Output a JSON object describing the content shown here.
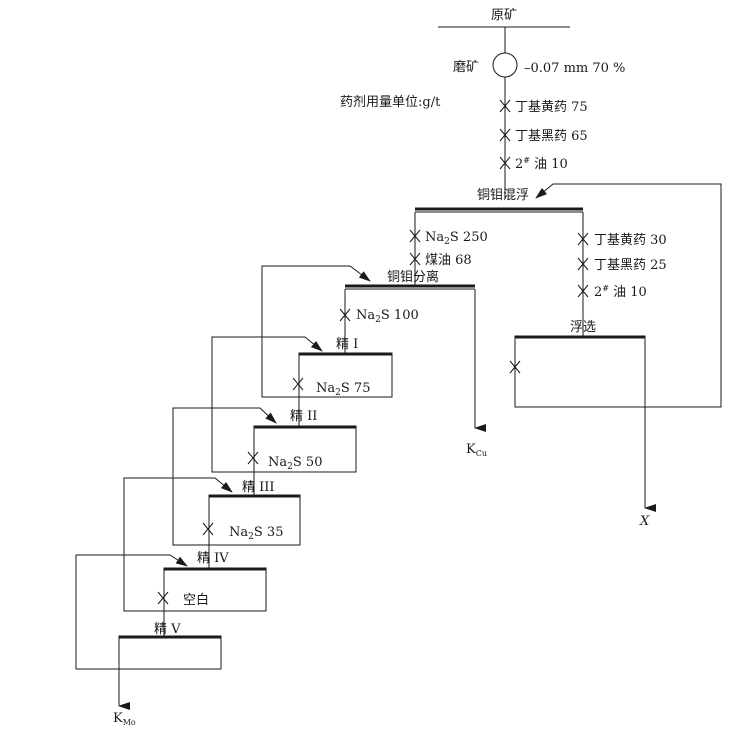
{
  "ore": "原矿",
  "grinding": {
    "label": "磨矿",
    "fineness": "–0.07 mm 70 %"
  },
  "dosage_unit": "药剂用量单位:g/t",
  "bulk_reagents": [
    {
      "name": "丁基黄药",
      "dose": "75"
    },
    {
      "name": "丁基黑药",
      "dose": "65"
    },
    {
      "name": "2# 油",
      "dose": "10"
    }
  ],
  "bulk_flotation": "铜钼混浮",
  "separation_reagents": [
    {
      "name": "Na2S",
      "dose": "250"
    },
    {
      "name": "煤油",
      "dose": "68"
    }
  ],
  "scavenge_reagents": [
    {
      "name": "丁基黄药",
      "dose": "30"
    },
    {
      "name": "丁基黑药",
      "dose": "25"
    },
    {
      "name": "2# 油",
      "dose": "10"
    }
  ],
  "separation": "铜钼分离",
  "scavenge": "浮选",
  "cleaning": [
    {
      "label": "精 I",
      "reagent": "Na2S",
      "dose": "100"
    },
    {
      "label": "精 II",
      "reagent": "Na2S",
      "dose": "75"
    },
    {
      "label": "精 III",
      "reagent": "Na2S",
      "dose": "50"
    },
    {
      "label": "精 IV",
      "reagent": "Na2S",
      "dose": "35"
    },
    {
      "label": "精 V",
      "reagent": "空白",
      "dose": ""
    }
  ],
  "products": {
    "copper": "K",
    "copper_sub": "Cu",
    "moly": "K",
    "moly_sub": "Mo",
    "tailings": "X"
  }
}
